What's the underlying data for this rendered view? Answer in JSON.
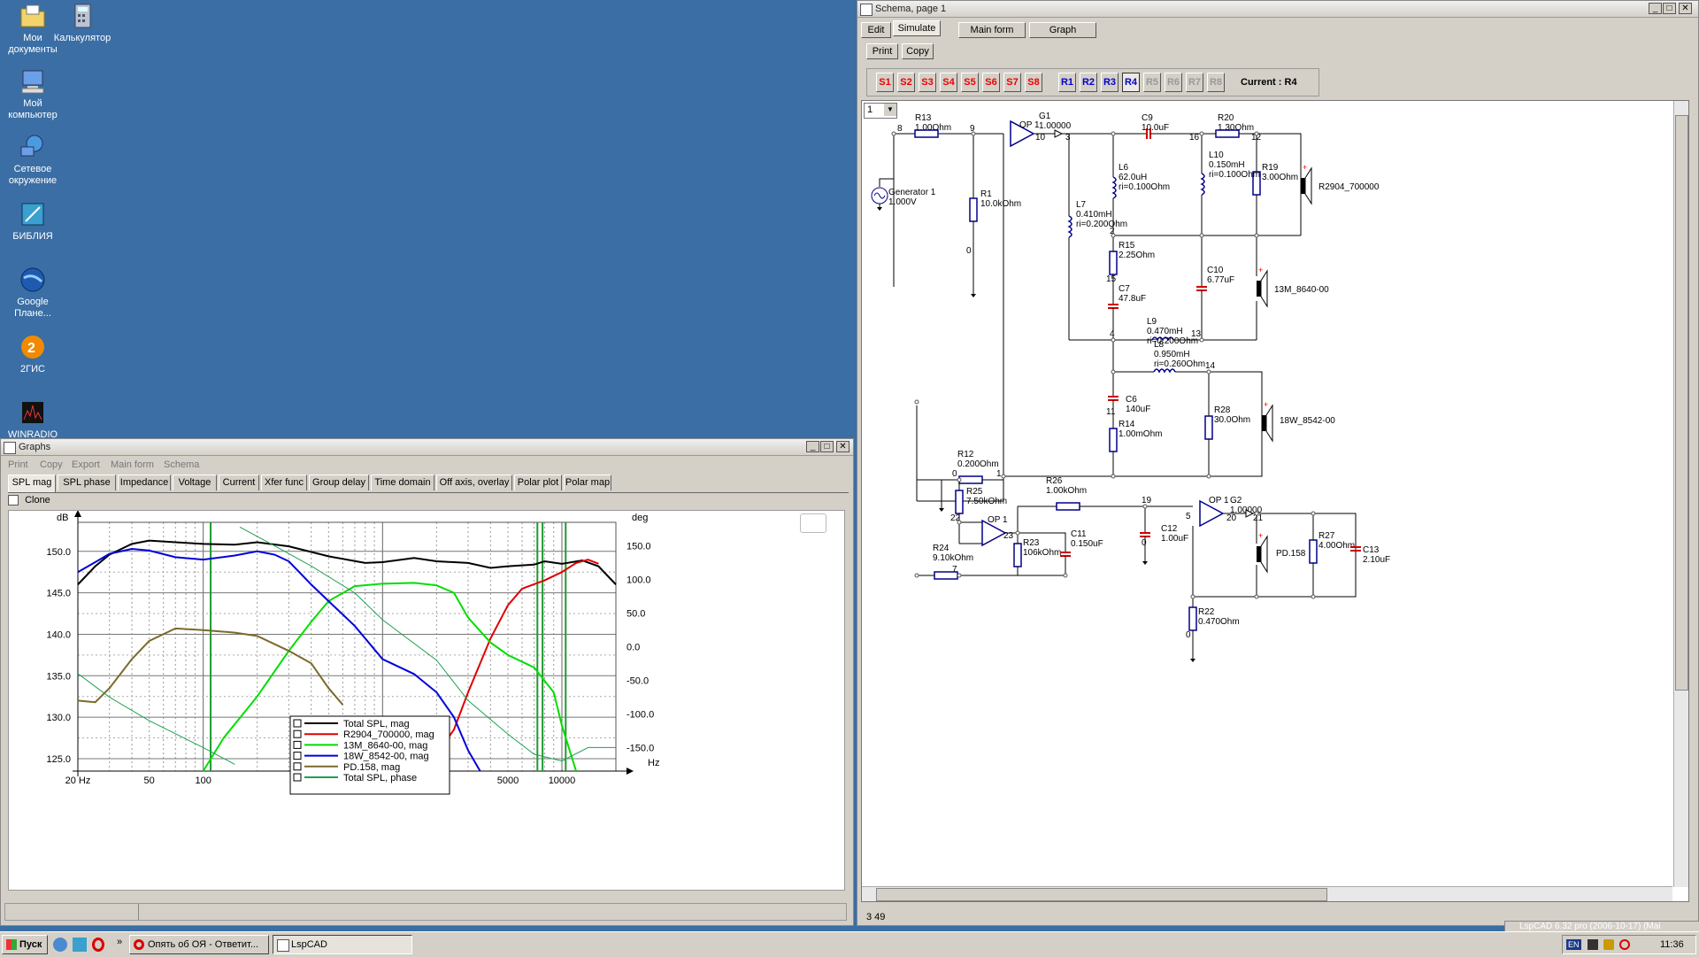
{
  "desktop": {
    "icons": [
      {
        "label": "Мои документы",
        "icon": "my-documents-icon"
      },
      {
        "label": "Калькулятор",
        "icon": "calculator-icon"
      },
      {
        "label": "Мой компьютер",
        "icon": "my-computer-icon"
      },
      {
        "label": "Сетевое окружение",
        "icon": "network-icon"
      },
      {
        "label": "БИБЛИЯ",
        "icon": "bible-icon"
      },
      {
        "label": "Google Плане...",
        "icon": "google-earth-icon"
      },
      {
        "label": "2ГИС",
        "icon": "2gis-icon"
      },
      {
        "label": "WINRADIO",
        "icon": "winradio-icon"
      }
    ]
  },
  "graphs_window": {
    "title": "Graphs",
    "menu": [
      "Print",
      "Copy",
      "Export",
      "Main form",
      "Schema"
    ],
    "tabs": [
      "SPL mag",
      "SPL phase",
      "Impedance",
      "Voltage",
      "Current",
      "Xfer func",
      "Group delay",
      "Time domain",
      "Off axis, overlay",
      "Polar plot",
      "Polar map"
    ],
    "active_tab": "SPL mag",
    "clone_label": "Clone"
  },
  "chart_data": {
    "type": "line",
    "xscale": "log",
    "xlim": [
      20,
      20000
    ],
    "ylim": [
      123.5,
      153.5
    ],
    "y2lim": [
      -185,
      185
    ],
    "xlabel": "Hz",
    "ylabel": "dB",
    "y2label": "deg",
    "x_ticks": [
      "20 Hz",
      "50",
      "100",
      "5000",
      "10000"
    ],
    "y_ticks": [
      "150.0",
      "145.0",
      "140.0",
      "135.0",
      "130.0",
      "125.0"
    ],
    "y2_ticks": [
      "150.0",
      "100.0",
      "50.0",
      "0.0",
      "-50.0",
      "-100.0",
      "-150.0"
    ],
    "legend_position": "bottom-center",
    "series": [
      {
        "name": "Total SPL, mag",
        "color": "#000000",
        "axis": "left",
        "points": [
          [
            20,
            146
          ],
          [
            25,
            148.2
          ],
          [
            30,
            149.6
          ],
          [
            40,
            150.9
          ],
          [
            50,
            151.3
          ],
          [
            70,
            151.1
          ],
          [
            100,
            150.9
          ],
          [
            150,
            150.8
          ],
          [
            200,
            151.1
          ],
          [
            300,
            150.6
          ],
          [
            500,
            149.4
          ],
          [
            800,
            148.6
          ],
          [
            1000,
            148.7
          ],
          [
            1500,
            149.2
          ],
          [
            2000,
            148.8
          ],
          [
            3000,
            148.6
          ],
          [
            4000,
            148.0
          ],
          [
            5000,
            148.2
          ],
          [
            7000,
            148.4
          ],
          [
            8000,
            148.8
          ],
          [
            10000,
            148.5
          ],
          [
            13000,
            148.9
          ],
          [
            16000,
            148.2
          ],
          [
            20000,
            146
          ]
        ]
      },
      {
        "name": "R2904_700000, mag",
        "color": "#e00000",
        "axis": "left",
        "points": [
          [
            2000,
            125.5
          ],
          [
            2500,
            128.5
          ],
          [
            3000,
            133
          ],
          [
            4000,
            139.5
          ],
          [
            5000,
            143.5
          ],
          [
            6000,
            145.5
          ],
          [
            8000,
            146.5
          ],
          [
            10000,
            147.5
          ],
          [
            12000,
            148.6
          ],
          [
            14000,
            149
          ],
          [
            16000,
            148.5
          ]
        ]
      },
      {
        "name": "13M_8640-00, mag",
        "color": "#00dd00",
        "axis": "left",
        "points": [
          [
            100,
            123.5
          ],
          [
            130,
            127.5
          ],
          [
            200,
            132.5
          ],
          [
            300,
            138
          ],
          [
            400,
            141.5
          ],
          [
            500,
            144
          ],
          [
            700,
            145.8
          ],
          [
            1000,
            146.1
          ],
          [
            1500,
            146.2
          ],
          [
            2000,
            145.9
          ],
          [
            2500,
            145
          ],
          [
            3000,
            142
          ],
          [
            4000,
            139
          ],
          [
            5000,
            137.5
          ],
          [
            7000,
            136
          ],
          [
            9000,
            133
          ],
          [
            10000,
            129
          ],
          [
            12000,
            123.5
          ]
        ]
      },
      {
        "name": "18W_8542-00, mag",
        "color": "#0000dd",
        "axis": "left",
        "points": [
          [
            20,
            147.5
          ],
          [
            25,
            148.7
          ],
          [
            30,
            149.7
          ],
          [
            40,
            150.3
          ],
          [
            50,
            150.1
          ],
          [
            70,
            149.3
          ],
          [
            100,
            149.0
          ],
          [
            150,
            149.5
          ],
          [
            200,
            150.0
          ],
          [
            250,
            149.6
          ],
          [
            300,
            148.8
          ],
          [
            400,
            146.0
          ],
          [
            500,
            144.0
          ],
          [
            700,
            141.0
          ],
          [
            1000,
            137.0
          ],
          [
            1500,
            135.2
          ],
          [
            2000,
            133.0
          ],
          [
            2500,
            130.0
          ],
          [
            3000,
            126.0
          ],
          [
            3500,
            123.5
          ]
        ]
      },
      {
        "name": "PD.158, mag",
        "color": "#7a6a2a",
        "axis": "left",
        "points": [
          [
            20,
            132
          ],
          [
            25,
            131.8
          ],
          [
            30,
            133.5
          ],
          [
            40,
            137
          ],
          [
            50,
            139.2
          ],
          [
            70,
            140.7
          ],
          [
            100,
            140.5
          ],
          [
            150,
            140.2
          ],
          [
            200,
            139.8
          ],
          [
            300,
            138.0
          ],
          [
            400,
            136.5
          ],
          [
            500,
            133.5
          ],
          [
            600,
            131.5
          ]
        ]
      },
      {
        "name": "Total SPL, phase",
        "color": "#20a050",
        "axis": "right",
        "points": [
          [
            20,
            -40
          ],
          [
            30,
            -75
          ],
          [
            50,
            -110
          ],
          [
            100,
            -150
          ],
          [
            150,
            -175
          ],
          [
            160,
            178
          ],
          [
            250,
            150
          ],
          [
            400,
            120
          ],
          [
            700,
            80
          ],
          [
            1000,
            40
          ],
          [
            2000,
            -20
          ],
          [
            3000,
            -80
          ],
          [
            5000,
            -130
          ],
          [
            7000,
            -160
          ],
          [
            10000,
            -170
          ],
          [
            14000,
            -150
          ],
          [
            20000,
            -150
          ]
        ]
      }
    ]
  },
  "schema_window": {
    "title": "Schema, page 1",
    "menu": [
      "Edit",
      "Simulate",
      "Main form",
      "Graph"
    ],
    "toolbar": [
      "Print",
      "Copy"
    ],
    "s_buttons": [
      "S1",
      "S2",
      "S3",
      "S4",
      "S5",
      "S6",
      "S7",
      "S8"
    ],
    "r_buttons": [
      "R1",
      "R2",
      "R3",
      "R4",
      "R5",
      "R6",
      "R7",
      "R8"
    ],
    "current_label": "Current : R4",
    "page_select": "1",
    "status": "3  49",
    "components": [
      {
        "id": "R13",
        "value": "1.00Ohm"
      },
      {
        "id": "R1",
        "value": "10.0kOhm"
      },
      {
        "id": "Generator 1",
        "value": "1.000V"
      },
      {
        "id": "OP 1",
        "value": ""
      },
      {
        "id": "G1",
        "value": "1.00000"
      },
      {
        "id": "C9",
        "value": "10.0uF"
      },
      {
        "id": "R20",
        "value": "1.30Ohm"
      },
      {
        "id": "L6",
        "value": "62.0uH",
        "ri": "ri=0.100Ohm"
      },
      {
        "id": "L10",
        "value": "0.150mH",
        "ri": "ri=0.100Ohm"
      },
      {
        "id": "R19",
        "value": "3.00Ohm"
      },
      {
        "id": "L7",
        "value": "0.410mH",
        "ri": "ri=0.200Ohm"
      },
      {
        "id": "R15",
        "value": "2.25Ohm"
      },
      {
        "id": "C10",
        "value": "6.77uF"
      },
      {
        "id": "C7",
        "value": "47.8uF"
      },
      {
        "id": "L9",
        "value": "0.470mH",
        "ri": "ri=0.200Ohm"
      },
      {
        "id": "L8",
        "value": "0.950mH",
        "ri": "ri=0.260Ohm"
      },
      {
        "id": "C6",
        "value": "140uF"
      },
      {
        "id": "R28",
        "value": "30.0Ohm"
      },
      {
        "id": "R14",
        "value": "1.00mOhm"
      },
      {
        "id": "R12",
        "value": "0.200Ohm"
      },
      {
        "id": "R25",
        "value": "7.50kOhm"
      },
      {
        "id": "R26",
        "value": "1.00kOhm"
      },
      {
        "id": "R24",
        "value": "9.10kOhm"
      },
      {
        "id": "R23",
        "value": "106kOhm"
      },
      {
        "id": "C11",
        "value": "0.150uF"
      },
      {
        "id": "C12",
        "value": "1.00uF"
      },
      {
        "id": "G2",
        "value": "1.00000"
      },
      {
        "id": "R27",
        "value": "4.00Ohm"
      },
      {
        "id": "C13",
        "value": "2.10uF"
      },
      {
        "id": "R22",
        "value": "0.470Ohm"
      }
    ],
    "drivers": [
      "R2904_700000",
      "13M_8640-00",
      "18W_8542-00",
      "PD.158"
    ]
  },
  "bg_window_title": "LspCAD 6.32 pro (2006-10-17) (Mai",
  "taskbar": {
    "start": "Пуск",
    "tasks": [
      "Опять об ОЯ - Ответит...",
      "LspCAD"
    ],
    "lang": "EN",
    "clock": "11:36"
  }
}
